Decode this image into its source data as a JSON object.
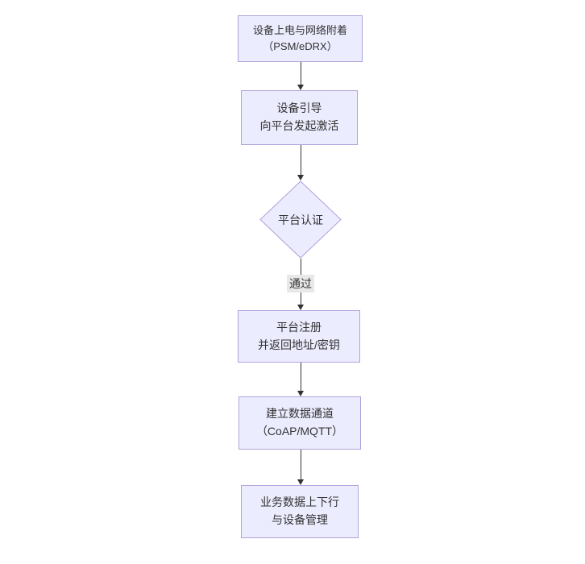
{
  "diagram": {
    "type": "flowchart",
    "direction": "top-down",
    "colors": {
      "background": "#ffffff",
      "node_fill": "#ECECFF",
      "node_border": "#b0a3d9",
      "text": "#333333",
      "arrow": "#333333",
      "edge_label_bg": "#e8e8e8"
    },
    "nodes": [
      {
        "id": "power",
        "shape": "rect",
        "lines": [
          "设备上电与网络附着",
          "（PSM/eDRX）"
        ]
      },
      {
        "id": "bootstrap",
        "shape": "rect",
        "lines": [
          "设备引导",
          "向平台发起激活"
        ]
      },
      {
        "id": "auth",
        "shape": "diamond",
        "lines": [
          "平台认证"
        ]
      },
      {
        "id": "register",
        "shape": "rect",
        "lines": [
          "平台注册",
          "并返回地址/密钥"
        ]
      },
      {
        "id": "channel",
        "shape": "rect",
        "lines": [
          "建立数据通道",
          "（CoAP/MQTT）"
        ]
      },
      {
        "id": "business",
        "shape": "rect",
        "lines": [
          "业务数据上下行",
          "与设备管理"
        ]
      }
    ],
    "edges": [
      {
        "from": "power",
        "to": "bootstrap",
        "label": ""
      },
      {
        "from": "bootstrap",
        "to": "auth",
        "label": ""
      },
      {
        "from": "auth",
        "to": "register",
        "label": "通过"
      },
      {
        "from": "register",
        "to": "channel",
        "label": ""
      },
      {
        "from": "channel",
        "to": "business",
        "label": ""
      }
    ]
  }
}
